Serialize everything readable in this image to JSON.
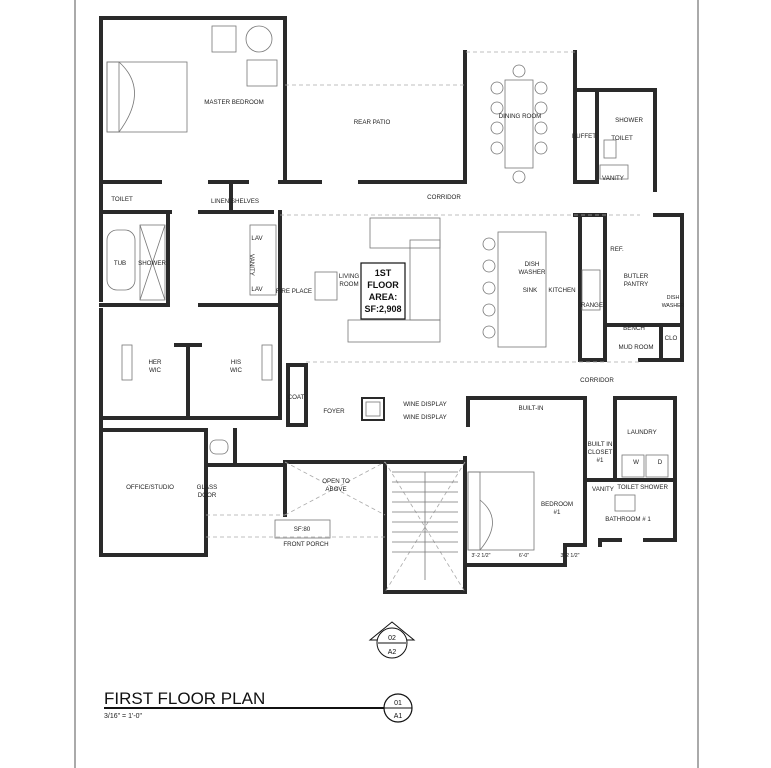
{
  "plan": {
    "title": "FIRST FLOOR PLAN",
    "scale": "3/16\" = 1'-0\"",
    "sheet_tag": {
      "number": "01",
      "sheet": "A1"
    },
    "section_tag": {
      "number": "02",
      "sheet": "A2"
    },
    "area_box": {
      "line1": "1ST",
      "line2": "FLOOR",
      "line3": "AREA:",
      "line4": "SF:2,908"
    },
    "porch_area": "SF:80"
  },
  "rooms": {
    "master_bedroom": "MASTER BEDROOM",
    "rear_patio": "REAR PATIO",
    "dining_room": "DINING ROOM",
    "buffet": "BUFFET",
    "shower_top": "SHOWER",
    "toilet_top": "TOILET",
    "vanity_top": "VANITY",
    "toilet_master": "TOILET",
    "linen_shelves": "LINEN SHELVES",
    "corridor_top": "CORRIDOR",
    "tub": "TUB",
    "shower_master": "SHOWER",
    "lav_1": "LAV",
    "lav_2": "LAV",
    "vanity_master": "VANITY",
    "fire_place": "FIRE PLACE",
    "living_room_1": "LIVING",
    "living_room_2": "ROOM",
    "dish_washer_1": "DISH",
    "dish_washer_2": "WASHER",
    "sink": "SINK",
    "kitchen": "KITCHEN",
    "range": "RANGE",
    "ref": "REF.",
    "butler_pantry_1": "BUTLER",
    "butler_pantry_2": "PANTRY",
    "dish_washer_b1": "DISH",
    "dish_washer_b2": "WASHER",
    "bench": "BENCH",
    "clo": "CLO",
    "mud_room": "MUD ROOM",
    "her_wic_1": "HER",
    "her_wic_2": "WIC",
    "his_wic_1": "HIS",
    "his_wic_2": "WIC",
    "coat": "COAT",
    "foyer": "FOYER",
    "wine_display_1": "WINE DISPLAY",
    "wine_display_2": "WINE DISPLAY",
    "built_in": "BUILT-IN",
    "corridor_mid": "CORRIDOR",
    "built_in_closet_1": "BUILT IN",
    "built_in_closet_2": "CLOSET",
    "built_in_closet_3": "#1",
    "laundry": "LAUNDRY",
    "w": "W",
    "d": "D",
    "office_studio": "OFFICE/STUDIO",
    "glass_door_1": "GLASS",
    "glass_door_2": "DOOR",
    "open_to_above_1": "OPEN TO",
    "open_to_above_2": "ABOVE",
    "front_porch": "FRONT PORCH",
    "bedroom_1": "BEDROOM",
    "bedroom_2": "#1",
    "vanity_bath": "VANITY",
    "toilet_bath": "TOILET",
    "shower_bath": "SHOWER",
    "bathroom_1": "BATHROOM # 1",
    "dim_1": "3'-2 1/2\"",
    "dim_2": "6'-0\"",
    "dim_3": "3'-2 1/2\""
  }
}
